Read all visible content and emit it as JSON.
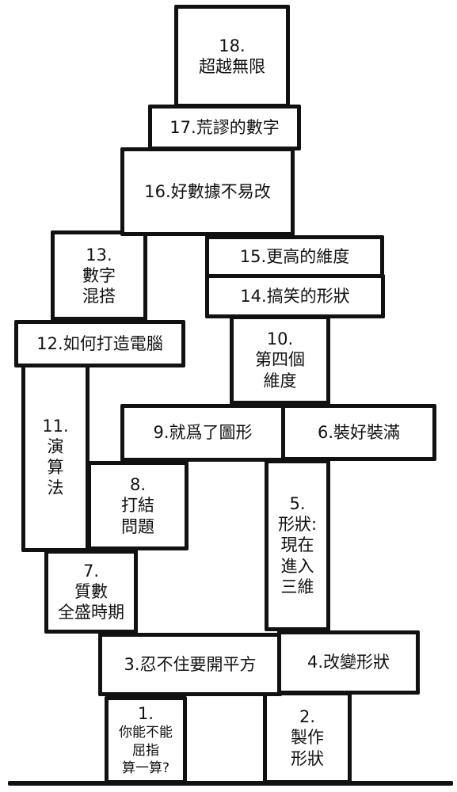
{
  "chapters": {
    "c18": [
      "18.",
      "超越無限"
    ],
    "c17": [
      "17.荒謬的數字"
    ],
    "c16": [
      "16.好數據不易改"
    ],
    "c13": [
      "13.",
      "數字",
      "混搭"
    ],
    "c15": [
      "15.更高的維度"
    ],
    "c14": [
      "14.搞笑的形狀"
    ],
    "c12": [
      "12.如何打造電腦"
    ],
    "c10": [
      "10.",
      "第四個",
      "維度"
    ],
    "c11": [
      "11.",
      "演",
      "算",
      "法"
    ],
    "c9": [
      "9.就爲了圖形"
    ],
    "c6": [
      "6.裝好裝滿"
    ],
    "c8": [
      "8.",
      "打結",
      "問題"
    ],
    "c5": [
      "5.",
      "形狀:",
      "現在",
      "進入",
      "三維"
    ],
    "c7": [
      "7.",
      "質數",
      "全盛時期"
    ],
    "c3": [
      "3.忍不住要開平方"
    ],
    "c4": [
      "4.改變形狀"
    ],
    "c1": [
      "1.",
      "你能不能",
      "屈指",
      "算一算?"
    ],
    "c2": [
      "2.",
      "製作",
      "形狀"
    ]
  }
}
